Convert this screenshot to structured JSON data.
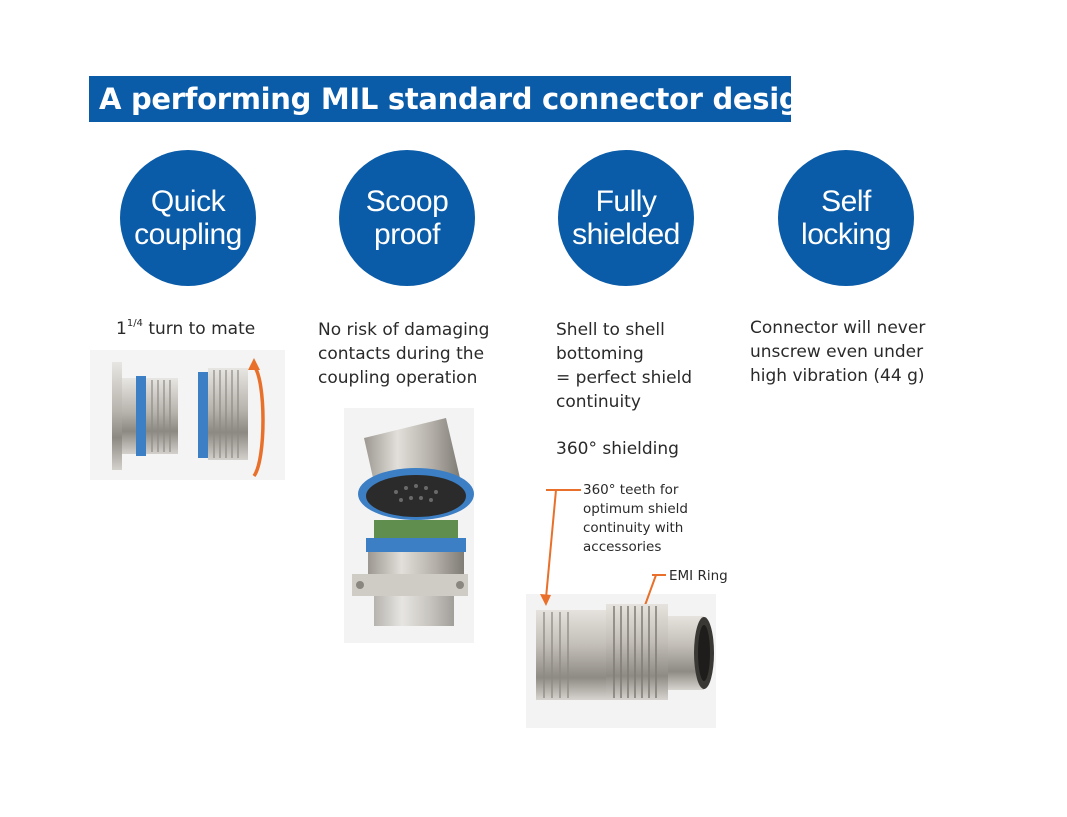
{
  "header": {
    "title": "A performing MIL standard connector design"
  },
  "features": [
    {
      "line1": "Quick",
      "line2": "coupling"
    },
    {
      "line1": "Scoop",
      "line2": "proof"
    },
    {
      "line1": "Fully",
      "line2": "shielded"
    },
    {
      "line1": "Self",
      "line2": "locking"
    }
  ],
  "quick_coupling": {
    "mate_prefix": "1",
    "mate_fraction": "1/4",
    "mate_suffix": " turn to mate"
  },
  "scoop_proof": {
    "lines": [
      "No risk of damaging",
      "contacts during the",
      "coupling operation"
    ]
  },
  "fully_shielded": {
    "lines": [
      "Shell to shell",
      "bottoming",
      "= perfect shield",
      "continuity"
    ],
    "shielding": "360° shielding",
    "teeth_lines": [
      "360° teeth for",
      "optimum shield",
      "continuity with",
      "accessories"
    ],
    "emi_ring": "EMI Ring"
  },
  "self_locking": {
    "lines": [
      "Connector will never",
      "unscrew even under",
      "high vibration (44 g)"
    ]
  },
  "colors": {
    "brand_blue": "#0a5ba8",
    "arrow_orange": "#e8702a",
    "connector_band_blue": "#3d7fc4"
  }
}
